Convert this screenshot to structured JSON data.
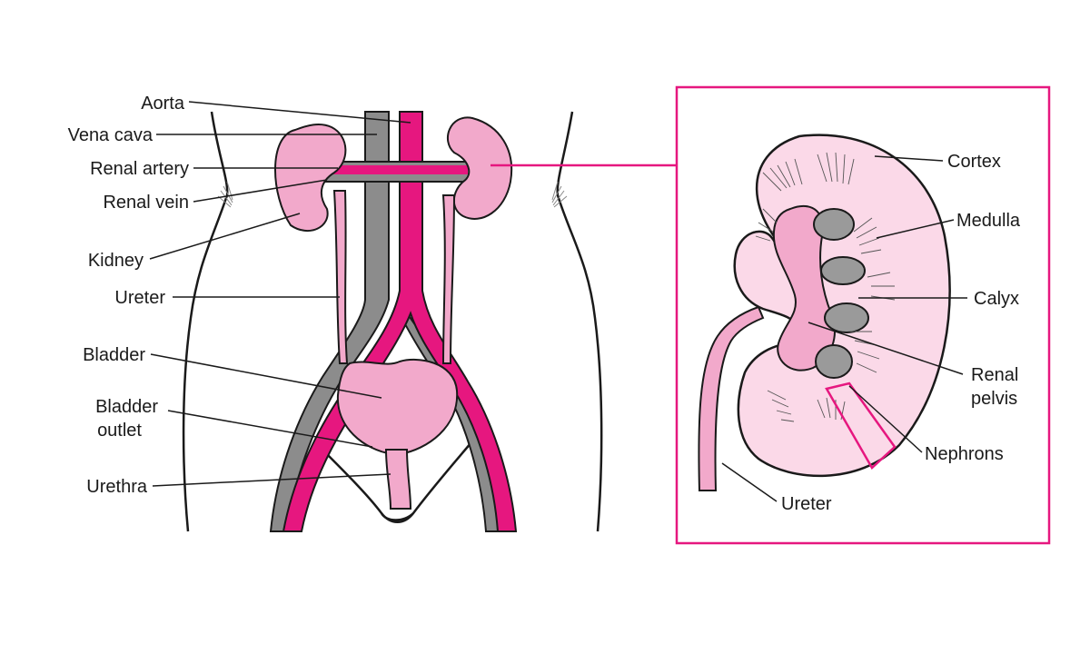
{
  "colors": {
    "accent": "#e6177f",
    "kidney_fill": "#f2a9cb",
    "kidney_light": "#fbd9e8",
    "vein_gray": "#8c8c8c",
    "outline": "#1a1a1a"
  },
  "labels": {
    "aorta": "Aorta",
    "vena_cava": "Vena cava",
    "renal_artery": "Renal artery",
    "renal_vein": "Renal vein",
    "kidney": "Kidney",
    "ureter_left": "Ureter",
    "bladder": "Bladder",
    "bladder_outlet_line1": "Bladder",
    "bladder_outlet_line2": "outlet",
    "urethra": "Urethra",
    "cortex": "Cortex",
    "medulla": "Medulla",
    "calyx": "Calyx",
    "renal_pelvis_line1": "Renal",
    "renal_pelvis_line2": "pelvis",
    "nephrons": "Nephrons",
    "ureter_right": "Ureter"
  }
}
